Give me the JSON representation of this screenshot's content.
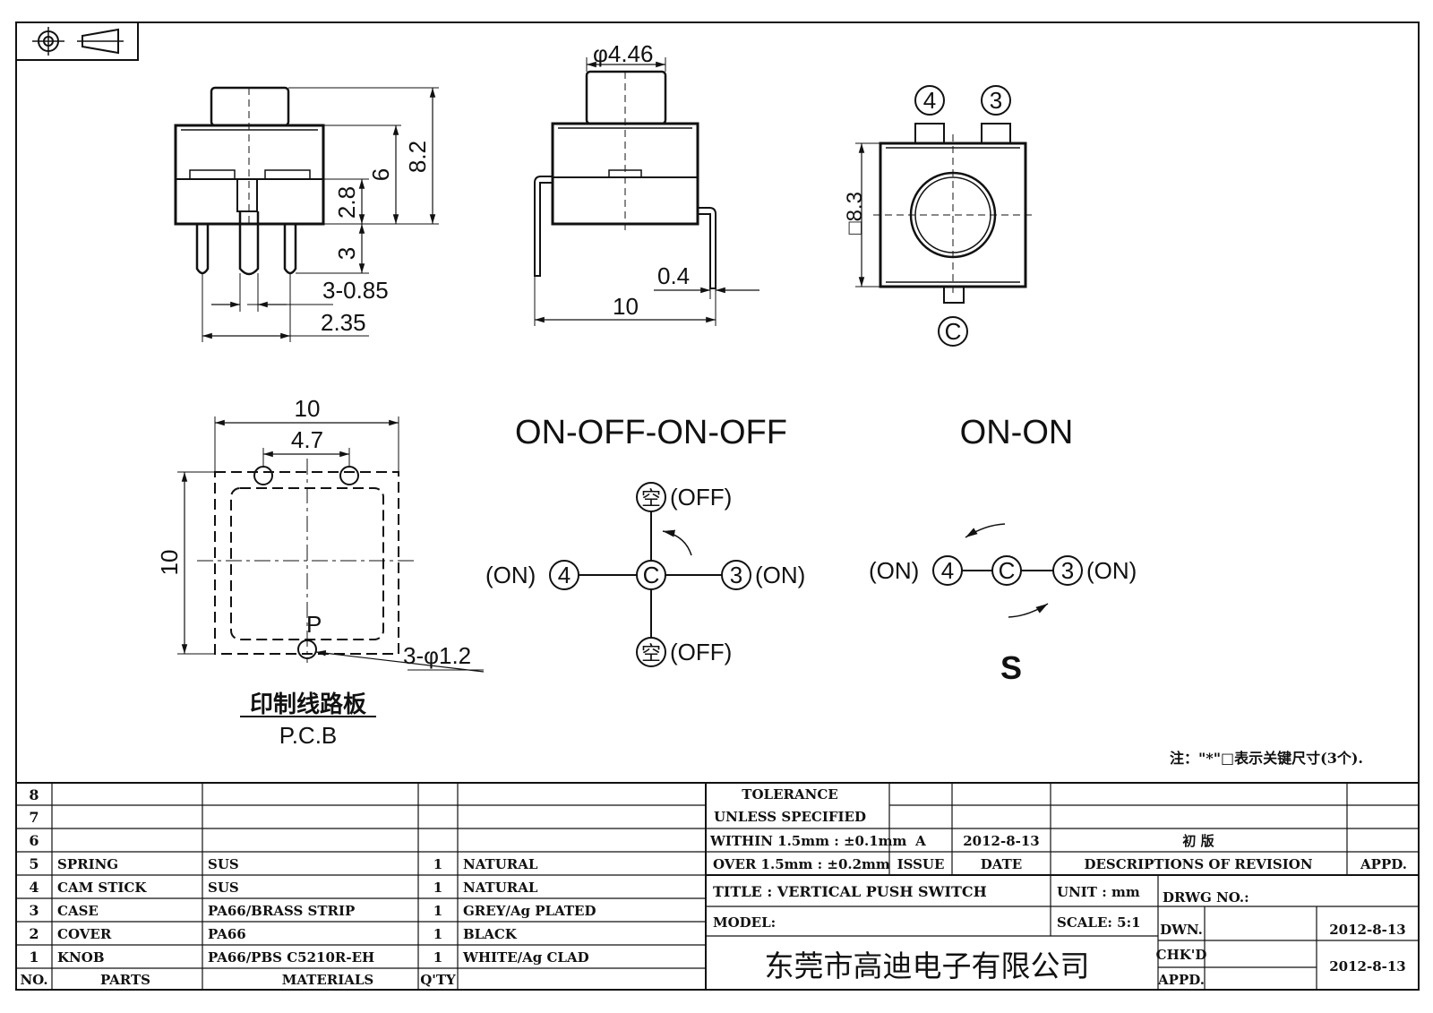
{
  "dims": {
    "front_height_total": "8.2",
    "front_body_height": "6",
    "front_lower_height": "2.8",
    "front_pin_length": "3",
    "pin_width": "3-0.85",
    "pin_pitch": "2.35",
    "knob_dia": "φ4.46",
    "lead_thickness": "0.4",
    "side_width": "10",
    "top_square": "□8.3",
    "pcb_width": "10",
    "pcb_hole_pitch": "4.7",
    "pcb_height": "10",
    "pcb_hole_dia": "3-φ1.2",
    "pcb_point": "P"
  },
  "terminals": {
    "t4": "4",
    "t3": "3",
    "tc": "C",
    "empty": "空"
  },
  "pcb_label_cn": "印制线路板",
  "pcb_label_en": "P.C.B",
  "modes": {
    "left_title": "ON-OFF-ON-OFF",
    "right_title": "ON-ON",
    "off_label": "(OFF)",
    "on_label": "(ON)",
    "s_label": "S"
  },
  "note": "注：\"*\"□表示关键尺寸(3个).",
  "parts": [
    {
      "no": "8",
      "part": "",
      "material": "",
      "qty": "",
      "finish": ""
    },
    {
      "no": "7",
      "part": "",
      "material": "",
      "qty": "",
      "finish": ""
    },
    {
      "no": "6",
      "part": "",
      "material": "",
      "qty": "",
      "finish": ""
    },
    {
      "no": "5",
      "part": "SPRING",
      "material": "SUS",
      "qty": "1",
      "finish": "NATURAL"
    },
    {
      "no": "4",
      "part": "CAM STICK",
      "material": "SUS",
      "qty": "1",
      "finish": "NATURAL"
    },
    {
      "no": "3",
      "part": "CASE",
      "material": "PA66/BRASS STRIP",
      "qty": "1",
      "finish": "GREY/Ag PLATED"
    },
    {
      "no": "2",
      "part": "COVER",
      "material": "PA66",
      "qty": "1",
      "finish": "BLACK"
    },
    {
      "no": "1",
      "part": "KNOB",
      "material": "PA66/PBS C5210R-EH",
      "qty": "1",
      "finish": "WHITE/Ag CLAD"
    }
  ],
  "parts_header": {
    "no": "NO.",
    "part": "PARTS",
    "material": "MATERIALS",
    "qty": "Q'TY"
  },
  "tolerance": {
    "line1": "TOLERANCE",
    "line2": "UNLESS  SPECIFIED",
    "line3": "WITHIN 1.5mm : ±0.1mm",
    "line4": "OVER 1.5mm : ±0.2mm"
  },
  "revision": {
    "issue": "A",
    "date": "2012-8-13",
    "description": "初  版",
    "issue_label": "ISSUE",
    "date_label": "DATE",
    "desc_label": "DESCRIPTIONS OF REVISION",
    "appd_label": "APPD."
  },
  "title_block": {
    "title": "TITLE :  VERTICAL PUSH SWITCH",
    "unit": "UNIT :  mm",
    "drwg_no": "DRWG NO.:",
    "model": "MODEL:",
    "scale": "SCALE:  5:1",
    "dwn_label": "DWN.",
    "dwn_date": "2012-8-13",
    "chkd_label": "CHK'D",
    "chkd_date": "2012-8-13",
    "appd_label": "APPD.",
    "company": "东莞市高迪电子有限公司"
  },
  "colors": {
    "ink": "#111111",
    "paper": "#ffffff"
  }
}
